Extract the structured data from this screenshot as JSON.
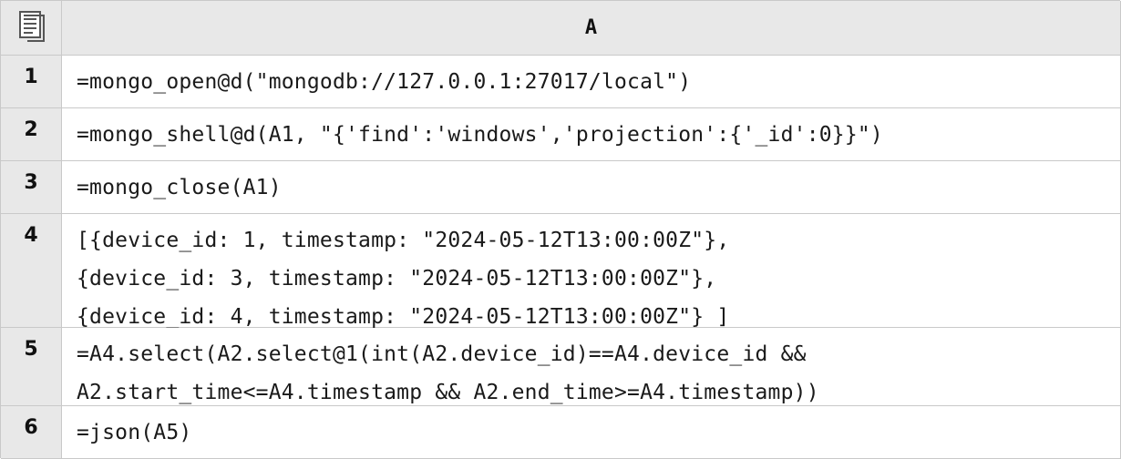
{
  "header": {
    "column_label": "A"
  },
  "rows": [
    {
      "num": "1",
      "lines": [
        "=mongo_open@d(\"mongodb://127.0.0.1:27017/local\")"
      ]
    },
    {
      "num": "2",
      "lines": [
        "=mongo_shell@d(A1, \"{'find':'windows','projection':{'_id':0}}\")"
      ]
    },
    {
      "num": "3",
      "lines": [
        "=mongo_close(A1)"
      ]
    },
    {
      "num": "4",
      "lines": [
        "[{device_id: 1, timestamp: \"2024-05-12T13:00:00Z\"},",
        "{device_id: 3, timestamp: \"2024-05-12T13:00:00Z\"},",
        "{device_id: 4, timestamp: \"2024-05-12T13:00:00Z\"} ]"
      ]
    },
    {
      "num": "5",
      "lines": [
        "=A4.select(A2.select@1(int(A2.device_id)==A4.device_id &&",
        "A2.start_time<=A4.timestamp && A2.end_time>=A4.timestamp))"
      ]
    },
    {
      "num": "6",
      "lines": [
        "=json(A5)"
      ]
    }
  ]
}
